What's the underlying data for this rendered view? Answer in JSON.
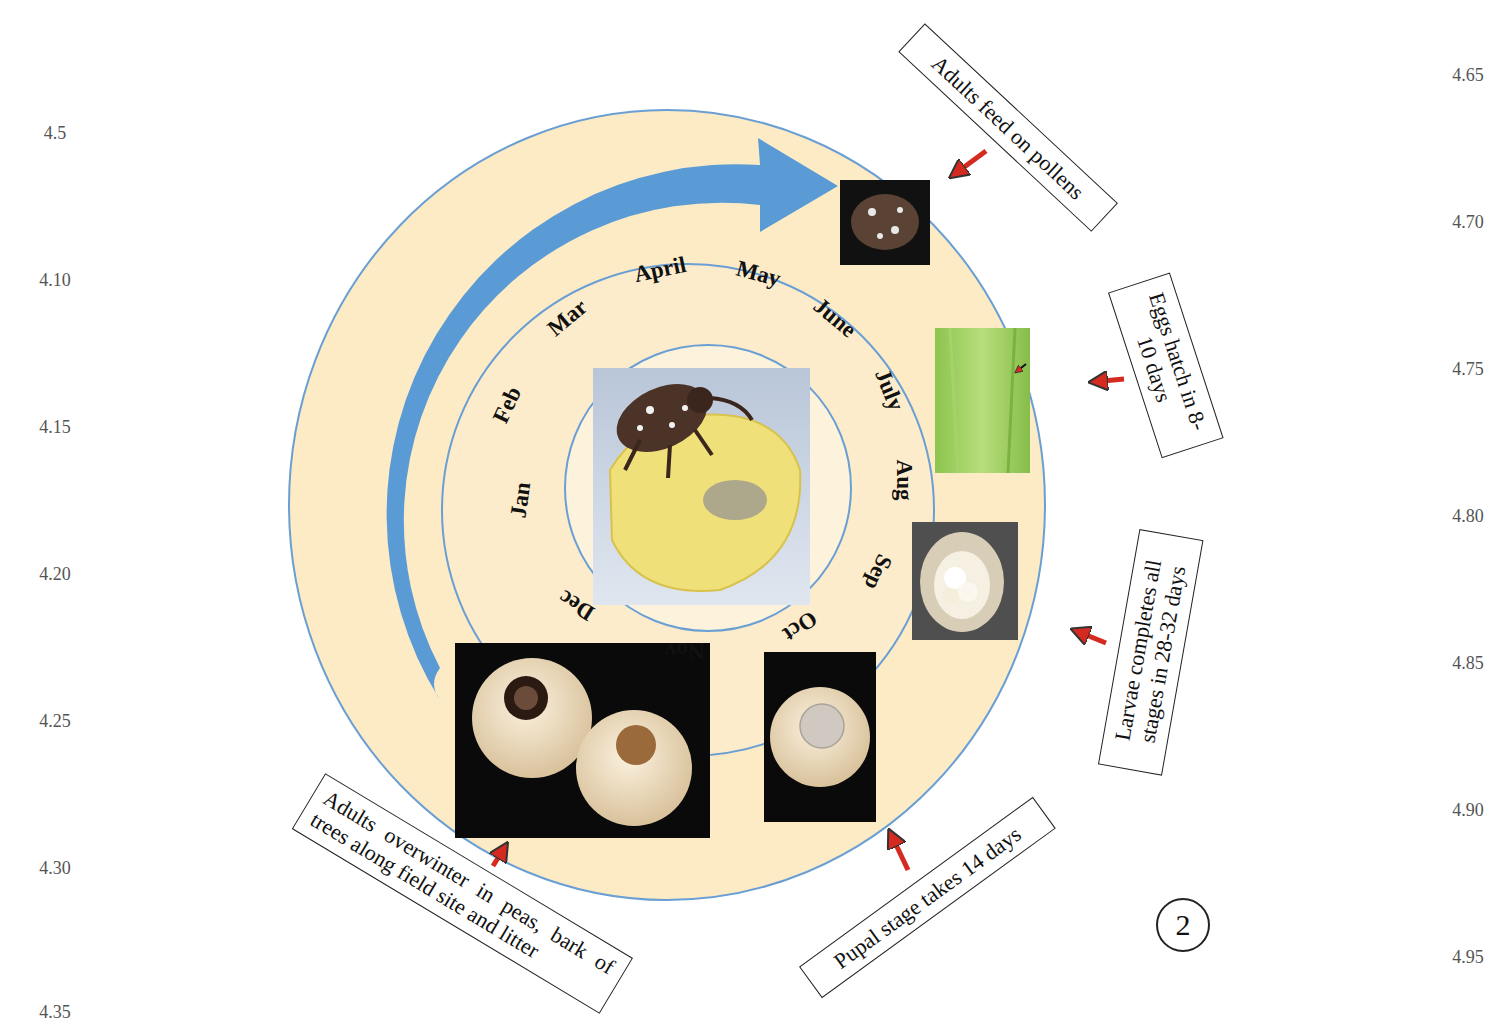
{
  "diagram": {
    "nodes": [
      {
        "text": [
          "Adults feed on pollens"
        ]
      },
      {
        "text": [
          "Eggs hatch in 8- 10 days"
        ]
      },
      {
        "text": [
          "Larvae completes all stages in 28-32 days"
        ]
      },
      {
        "text": [
          "Pupal stage takes 14 days"
        ]
      },
      {
        "text": [
          "Adults overwinter in peas, bark of trees along field site and litter"
        ]
      },
      {
        "text": [
          "2"
        ]
      }
    ],
    "labels": [
      "4.5",
      "4.10",
      "4.15",
      "4.20",
      "4.25",
      "4.30",
      "4.35",
      "4.65",
      "4.70",
      "4.75",
      "4.80",
      "4.85",
      "4.90",
      "4.95",
      "Jan",
      "Feb",
      "Mar",
      "April",
      "May",
      "June",
      "July",
      "Aug",
      "Sep",
      "Oct",
      "Nov",
      "Dec"
    ]
  }
}
